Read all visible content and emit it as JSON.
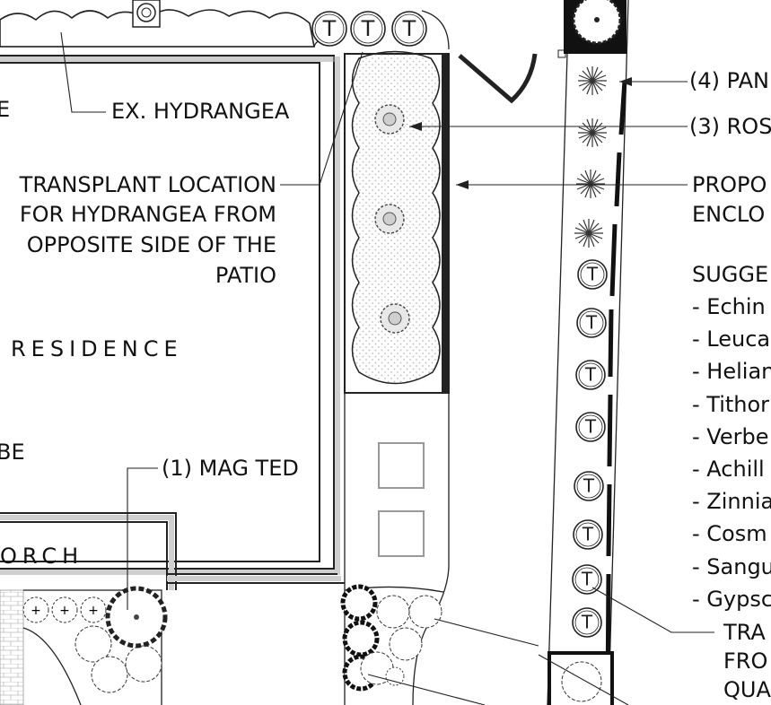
{
  "plan": {
    "labels": {
      "ex_hydrangea": "EX. HYDRANGEA",
      "residence_fragment": "E",
      "transplant_lines": [
        "TRANSPLANT LOCATION",
        "FOR HYDRANGEA FROM",
        "OPPOSITE SIDE OF THE",
        "PATIO"
      ],
      "residence": "RESIDENCE",
      "be_fragment": "BE",
      "mag_ted": "(1) MAG TED",
      "porch_fragment": "ORCH",
      "panicum_fragment": "(4) PAN",
      "rosa_fragment": "(3) ROS",
      "proposed_lines": [
        "PROPO",
        "ENCLO"
      ],
      "suggested_heading": "SUGGE",
      "suggested_items": [
        "- Echin",
        "- Leuca",
        "- Helian",
        "- Tithor",
        "- Verbe",
        "- Achill",
        "- Zinnia",
        "- Cosm",
        "- Sangu",
        "- Gypsc"
      ],
      "transplant_bottom_lines": [
        "TRA",
        "FRO",
        "QUA"
      ]
    },
    "symbols": {
      "tree_letter": "T"
    }
  }
}
